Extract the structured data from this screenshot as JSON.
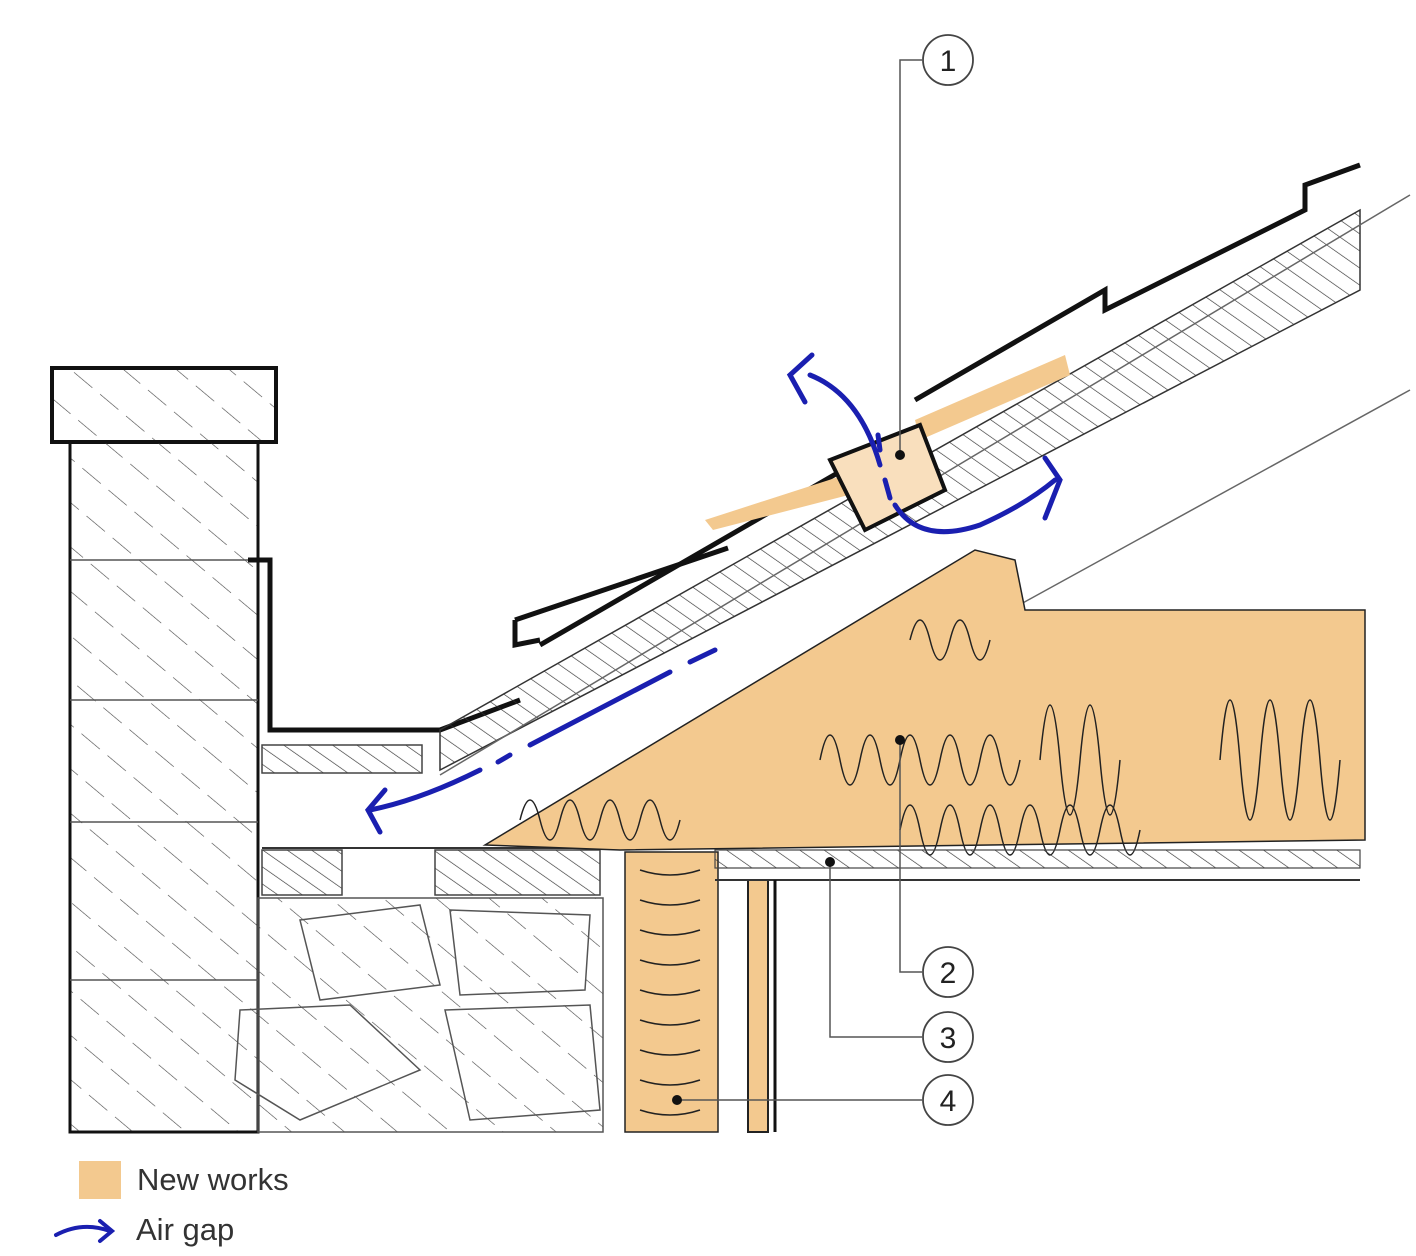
{
  "colors": {
    "new_works": "#f3c98f",
    "air_gap": "#1a1fb0",
    "line": "#1a1a1a"
  },
  "callouts": [
    {
      "number": "1"
    },
    {
      "number": "2"
    },
    {
      "number": "3"
    },
    {
      "number": "4"
    }
  ],
  "legend": {
    "new_works_label": "New works",
    "air_gap_label": "Air gap"
  }
}
